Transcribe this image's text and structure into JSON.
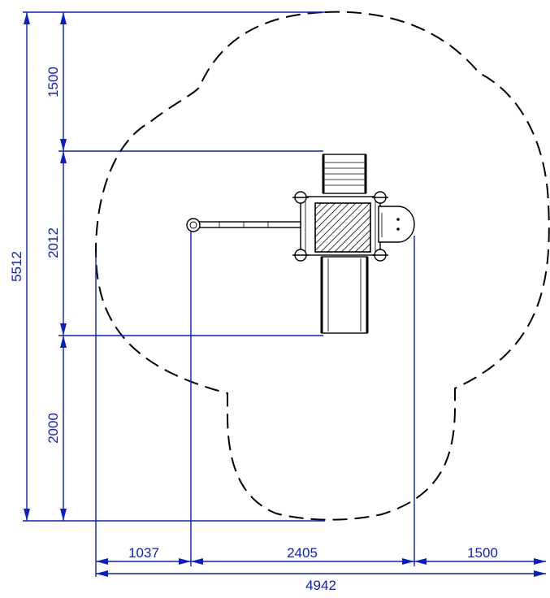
{
  "dimensions": {
    "total_height": "5512",
    "upper_clearance": "1500",
    "equipment_depth": "2012",
    "lower_clearance": "2000",
    "left_offset": "1037",
    "equipment_width": "2405",
    "right_clearance": "1500",
    "total_width": "4942"
  },
  "colors": {
    "dimension": "#0a1ec8",
    "outline": "#000000",
    "background": "#ffffff"
  }
}
